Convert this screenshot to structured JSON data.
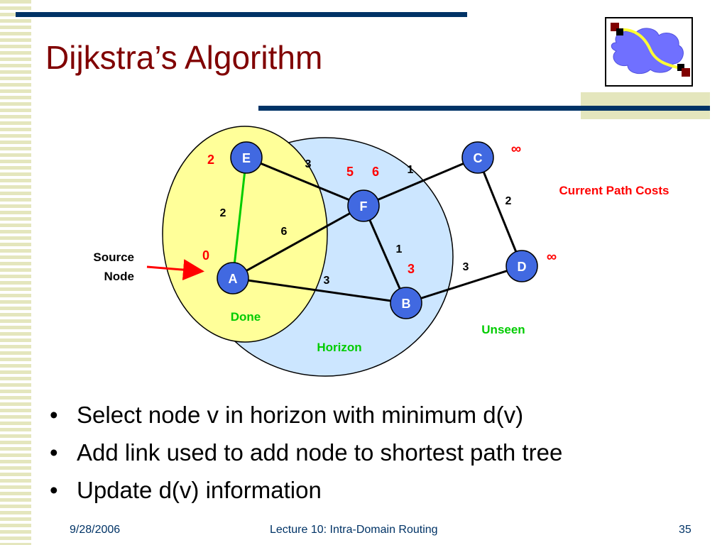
{
  "slide": {
    "title": "Dijkstra’s Algorithm"
  },
  "diagram": {
    "nodes": [
      {
        "id": "E",
        "label": "E"
      },
      {
        "id": "C",
        "label": "C"
      },
      {
        "id": "F",
        "label": "F"
      },
      {
        "id": "A",
        "label": "A"
      },
      {
        "id": "B",
        "label": "B"
      },
      {
        "id": "D",
        "label": "D"
      }
    ],
    "edges": [
      {
        "from": "E",
        "to": "A",
        "weight": "2",
        "tree": true
      },
      {
        "from": "E",
        "to": "F",
        "weight": "3",
        "tree": false
      },
      {
        "from": "F",
        "to": "C",
        "weight": "1",
        "tree": false
      },
      {
        "from": "A",
        "to": "F",
        "weight": "6",
        "tree": false
      },
      {
        "from": "F",
        "to": "B",
        "weight": "1",
        "tree": false
      },
      {
        "from": "A",
        "to": "B",
        "weight": "3",
        "tree": false
      },
      {
        "from": "B",
        "to": "D",
        "weight": "3",
        "tree": false
      },
      {
        "from": "C",
        "to": "D",
        "weight": "2",
        "tree": false
      }
    ],
    "path_costs": {
      "E": "2",
      "F_old": "5",
      "F_new": "6",
      "A": "0",
      "B": "3",
      "C": "∞",
      "D": "∞"
    },
    "region_labels": {
      "done": "Done",
      "horizon": "Horizon",
      "unseen": "Unseen"
    },
    "source_label_line1": "Source",
    "source_label_line2": "Node",
    "current_path_costs": "Current Path Costs",
    "colors": {
      "node_fill": "#4169e1",
      "done_region": "#ffff99",
      "horizon_region": "#cce6ff",
      "tree_edge": "#00cc00",
      "cost_text": "#ff0000",
      "region_text": "#00cc00",
      "arrow": "#ff0000"
    }
  },
  "bullets": [
    "Select node v in horizon with minimum d(v)",
    "Add link used to add node to shortest path tree",
    "Update d(v) information"
  ],
  "footer": {
    "date": "9/28/2006",
    "title": "Lecture 10: Intra-Domain Routing",
    "page": "35"
  }
}
